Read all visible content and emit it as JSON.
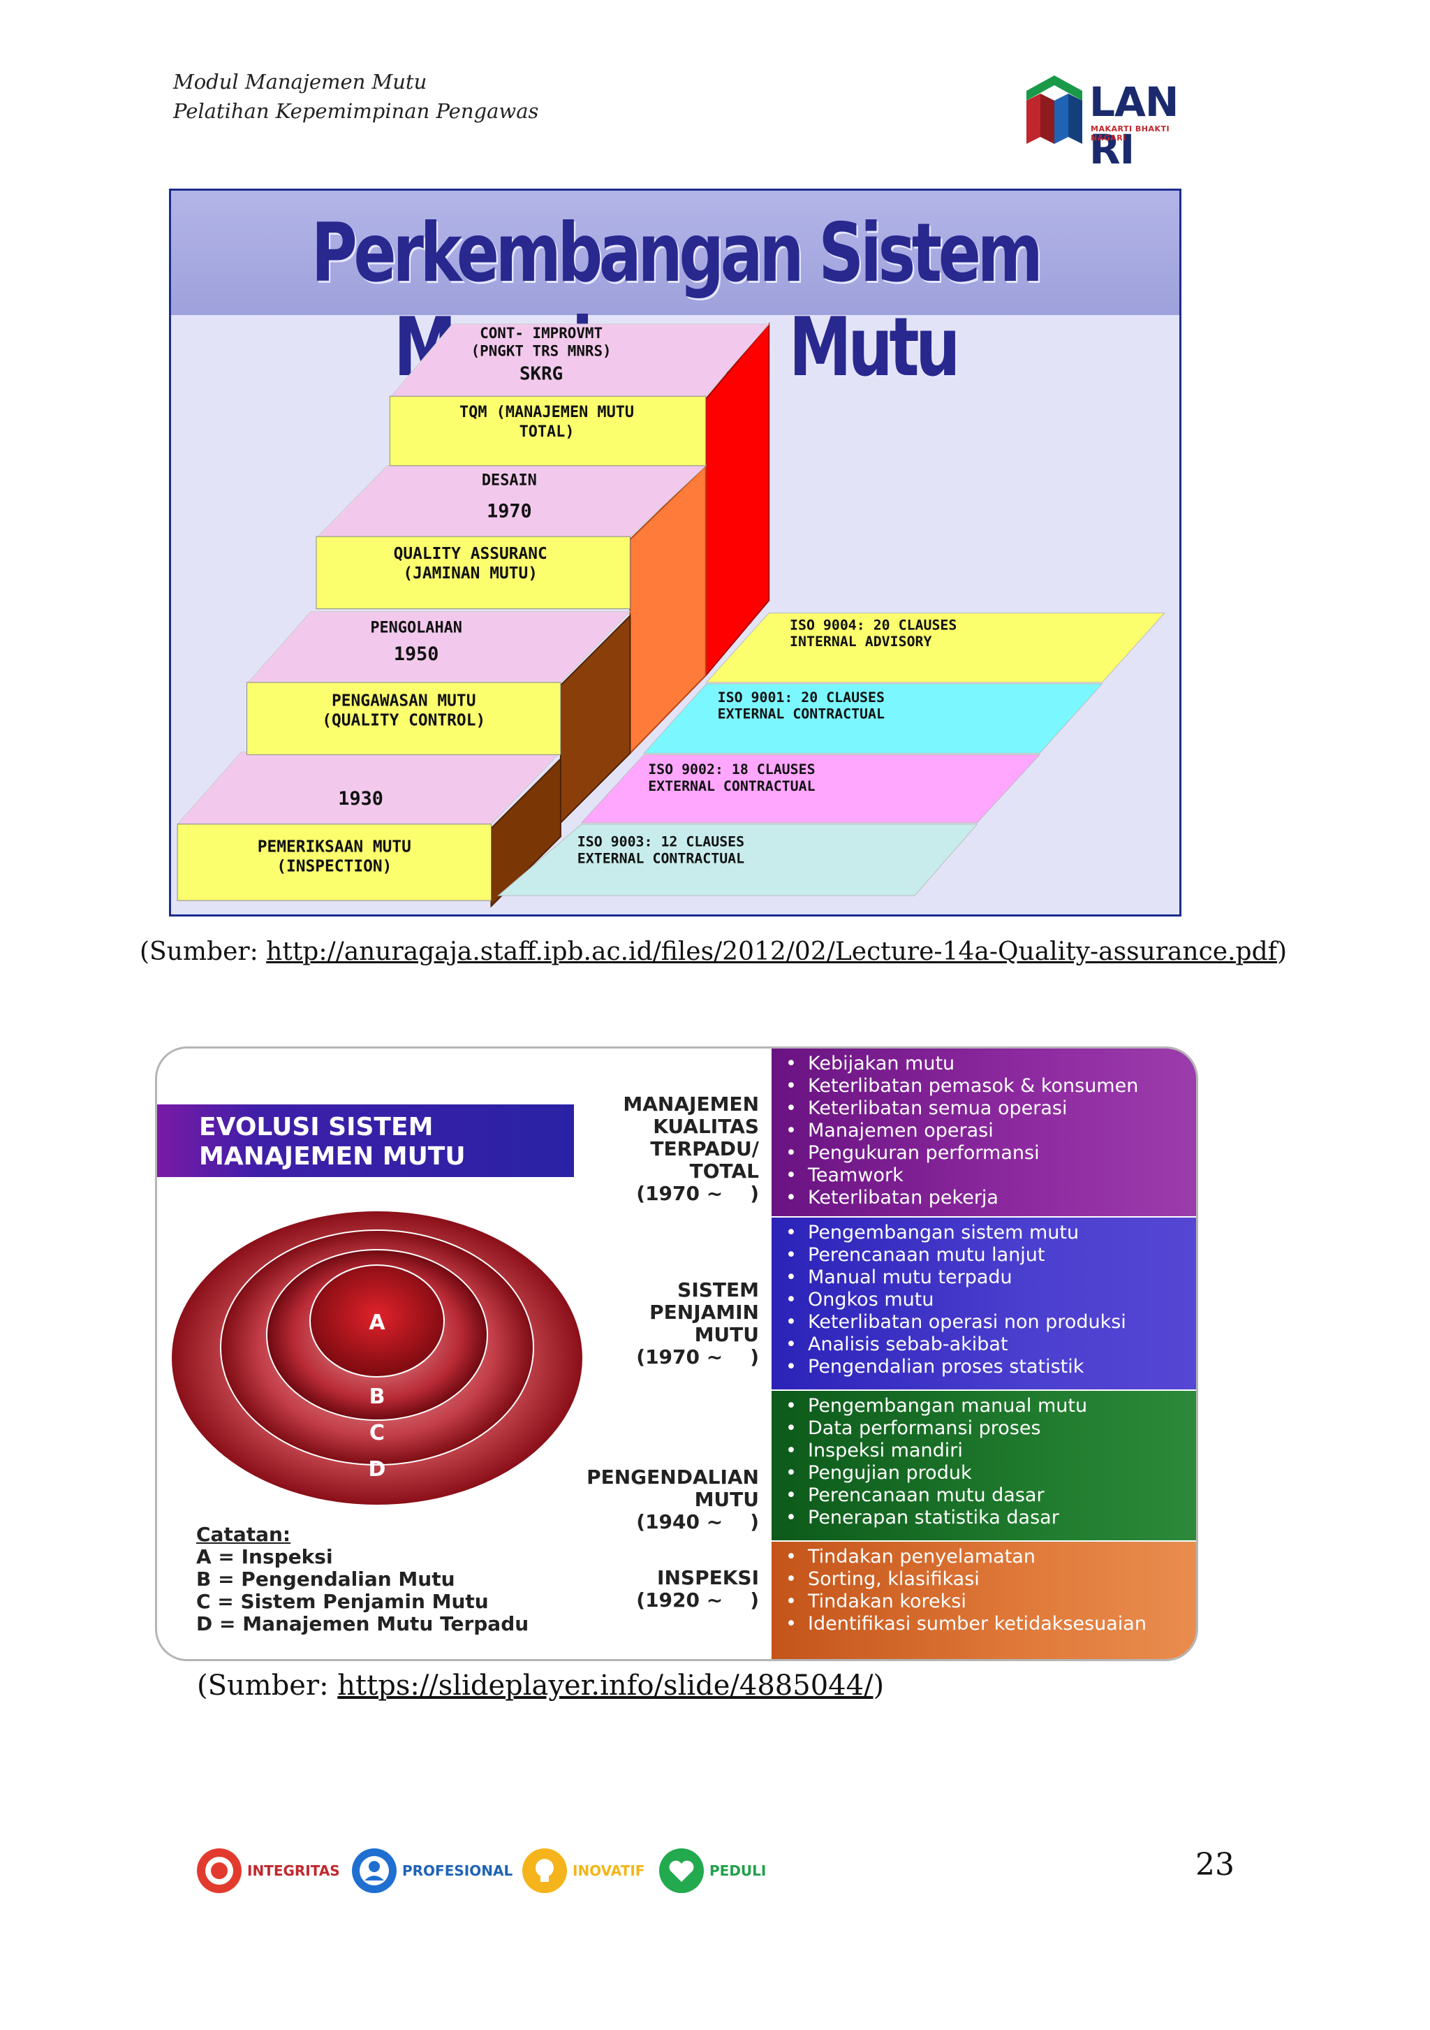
{
  "header": {
    "line1": "Modul Manajemen Mutu",
    "line2": "Pelatihan Kepemimpinan Pengawas",
    "logo_text": "LAN RI",
    "logo_sub": "MAKARTI BHAKTI NAGARI"
  },
  "figure1": {
    "title": "Perkembangan Sistem Manajemen Mutu",
    "steps": {
      "s1_top": "1930",
      "s1_front_l1": "PEMERIKSAAN MUTU",
      "s1_front_l2": "(INSPECTION)",
      "s2_top_l1": "PENGOLAHAN",
      "s2_top_l2": "1950",
      "s2_front_l1": "PENGAWASAN MUTU",
      "s2_front_l2": "(QUALITY CONTROL)",
      "s3_top_l1": "DESAIN",
      "s3_top_l2": "1970",
      "s3_front_l1": "QUALITY ASSURANC",
      "s3_front_l2": "(JAMINAN MUTU)",
      "s4_top_l1": "CONT- IMPROVMT",
      "s4_top_l2": "(PNGKT TRS MNRS)",
      "s4_top_l3": "SKRG",
      "s4_front_l1": "TQM (MANAJEMEN MUTU",
      "s4_front_l2": "TOTAL)"
    },
    "iso": {
      "iso9003_l1": "ISO 9003: 12 CLAUSES",
      "iso9003_l2": "EXTERNAL CONTRACTUAL",
      "iso9002_l1": "ISO 9002: 18 CLAUSES",
      "iso9002_l2": "EXTERNAL CONTRACTUAL",
      "iso9001_l1": "ISO 9001: 20 CLAUSES",
      "iso9001_l2": "EXTERNAL CONTRACTUAL",
      "iso9004_l1": "ISO 9004: 20 CLAUSES",
      "iso9004_l2": "INTERNAL ADVISORY"
    },
    "source_prefix": "(Sumber: ",
    "source_url": "http://anuragaja.staff.ipb.ac.id/files/2012/02/Lecture-14a-Quality-assurance.pdf",
    "source_suffix": ")"
  },
  "figure2": {
    "title_l1": "EVOLUSI SISTEM",
    "title_l2": "MANAJEMEN MUTU",
    "circle_labels": {
      "a": "A",
      "b": "B",
      "c": "C",
      "d": "D"
    },
    "notes": {
      "heading": "Catatan:",
      "a": "A = Inspeksi",
      "b": "B = Pengendalian Mutu",
      "c": "C = Sistem Penjamin Mutu",
      "d": "D = Manajemen Mutu Terpadu"
    },
    "levels": {
      "tqm": [
        "MANAJEMEN",
        "KUALITAS",
        "TERPADU/",
        "TOTAL",
        "(1970 ~    )"
      ],
      "spm": [
        "SISTEM",
        "PENJAMIN",
        "MUTU",
        "(1970 ~    )"
      ],
      "pm": [
        "PENGENDALIAN",
        "MUTU",
        "(1940 ~    )"
      ],
      "insp": [
        "INSPEKSI",
        "(1920 ~    )"
      ]
    },
    "rows": {
      "tqm": [
        "Kebijakan mutu",
        "Keterlibatan pemasok & konsumen",
        "Keterlibatan semua operasi",
        "Manajemen operasi",
        "Pengukuran performansi",
        "Teamwork",
        "Keterlibatan pekerja"
      ],
      "spm": [
        "Pengembangan sistem mutu",
        "Perencanaan mutu lanjut",
        "Manual mutu terpadu",
        "Ongkos mutu",
        "Keterlibatan operasi non produksi",
        "Analisis sebab-akibat",
        "Pengendalian proses statistik"
      ],
      "pm": [
        "Pengembangan manual mutu",
        "Data performansi proses",
        "Inspeksi mandiri",
        "Pengujian produk",
        "Perencanaan mutu dasar",
        "Penerapan statistika dasar"
      ],
      "insp": [
        "Tindakan penyelamatan",
        "Sorting, klasifikasi",
        "Tindakan koreksi",
        "Identifikasi sumber ketidaksesuaian"
      ]
    },
    "source_prefix": "(Sumber: ",
    "source_url": "https://slideplayer.info/slide/4885044/",
    "source_suffix": ")"
  },
  "footer": {
    "values": [
      "INTEGRITAS",
      "PROFESIONAL",
      "INOVATIF",
      "PEDULI"
    ],
    "page_number": "23"
  }
}
